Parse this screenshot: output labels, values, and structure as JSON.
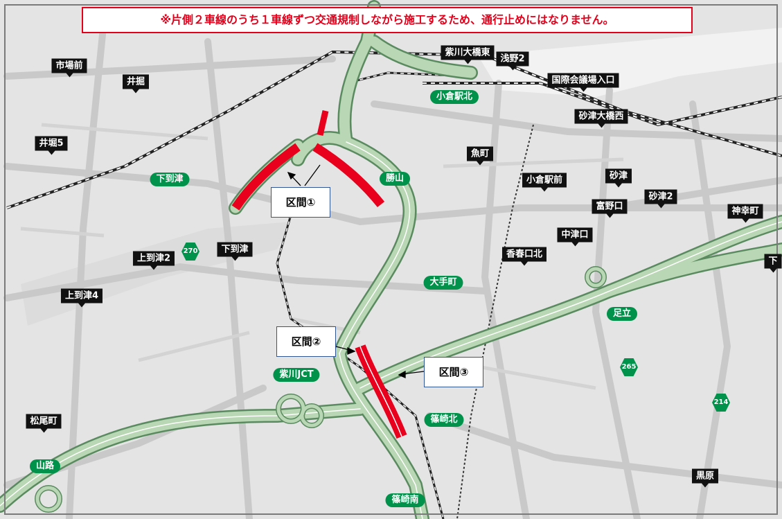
{
  "notice": {
    "text": "※片側２車線のうち１車線ずつ交通規制しながら施工するため、通行止めにはなりません。",
    "color": "#e3001b"
  },
  "colors": {
    "background": "#e4e4e4",
    "expressway": "#b9d7b4",
    "expressway_edge": "#5a8a5f",
    "restricted": "#e8001c",
    "label_bg": "#111111",
    "ic_green": "#00924a"
  },
  "place_labels": [
    {
      "id": "shiritsu-market",
      "text": "市場前"
    },
    {
      "id": "ibori",
      "text": "井掘"
    },
    {
      "id": "ibori5",
      "text": "井堀5"
    },
    {
      "id": "murasakigawa-ohashi-higashi",
      "text": "紫川大橋東"
    },
    {
      "id": "asano2",
      "text": "浅野2"
    },
    {
      "id": "kokusai-kaigijo",
      "text": "国際会議場入口"
    },
    {
      "id": "sunatsu-ohashi-nishi",
      "text": "砂津大橋西"
    },
    {
      "id": "uomachi",
      "text": "魚町"
    },
    {
      "id": "kokura-eki-mae",
      "text": "小倉駅前"
    },
    {
      "id": "sunatsu",
      "text": "砂津"
    },
    {
      "id": "sunatsu2",
      "text": "砂津2"
    },
    {
      "id": "tomino-guchi",
      "text": "富野口"
    },
    {
      "id": "kamisaiwaicho",
      "text": "神幸町"
    },
    {
      "id": "nakatsuguchi",
      "text": "中津口"
    },
    {
      "id": "kasugaguchi-kita",
      "text": "香春口北"
    },
    {
      "id": "shimoitozu",
      "text": "下到津"
    },
    {
      "id": "kamiitozu2",
      "text": "上到津2"
    },
    {
      "id": "kamiitozu4",
      "text": "上到津4"
    },
    {
      "id": "matsuomachi",
      "text": "松尾町"
    },
    {
      "id": "kurobaru",
      "text": "黒原"
    },
    {
      "id": "edge-east",
      "text": "下"
    }
  ],
  "interchanges": [
    {
      "id": "kokura-eki-kita",
      "text": "小倉駅北"
    },
    {
      "id": "shimoitozu-ic",
      "text": "下到津"
    },
    {
      "id": "katsuyama",
      "text": "勝山"
    },
    {
      "id": "otemachi",
      "text": "大手町"
    },
    {
      "id": "adachi",
      "text": "足立"
    },
    {
      "id": "murasakigawa-jct",
      "text": "紫川JCT"
    },
    {
      "id": "shinozaki-kita",
      "text": "篠崎北"
    },
    {
      "id": "shinozaki-minami",
      "text": "篠崎南"
    },
    {
      "id": "yamaji",
      "text": "山路"
    }
  ],
  "routes": [
    {
      "id": "r270",
      "text": "270"
    },
    {
      "id": "r265",
      "text": "265"
    },
    {
      "id": "r214",
      "text": "214"
    }
  ],
  "sections": [
    {
      "id": "section1",
      "text": "区間①"
    },
    {
      "id": "section2",
      "text": "区間②"
    },
    {
      "id": "section3",
      "text": "区間③"
    }
  ]
}
